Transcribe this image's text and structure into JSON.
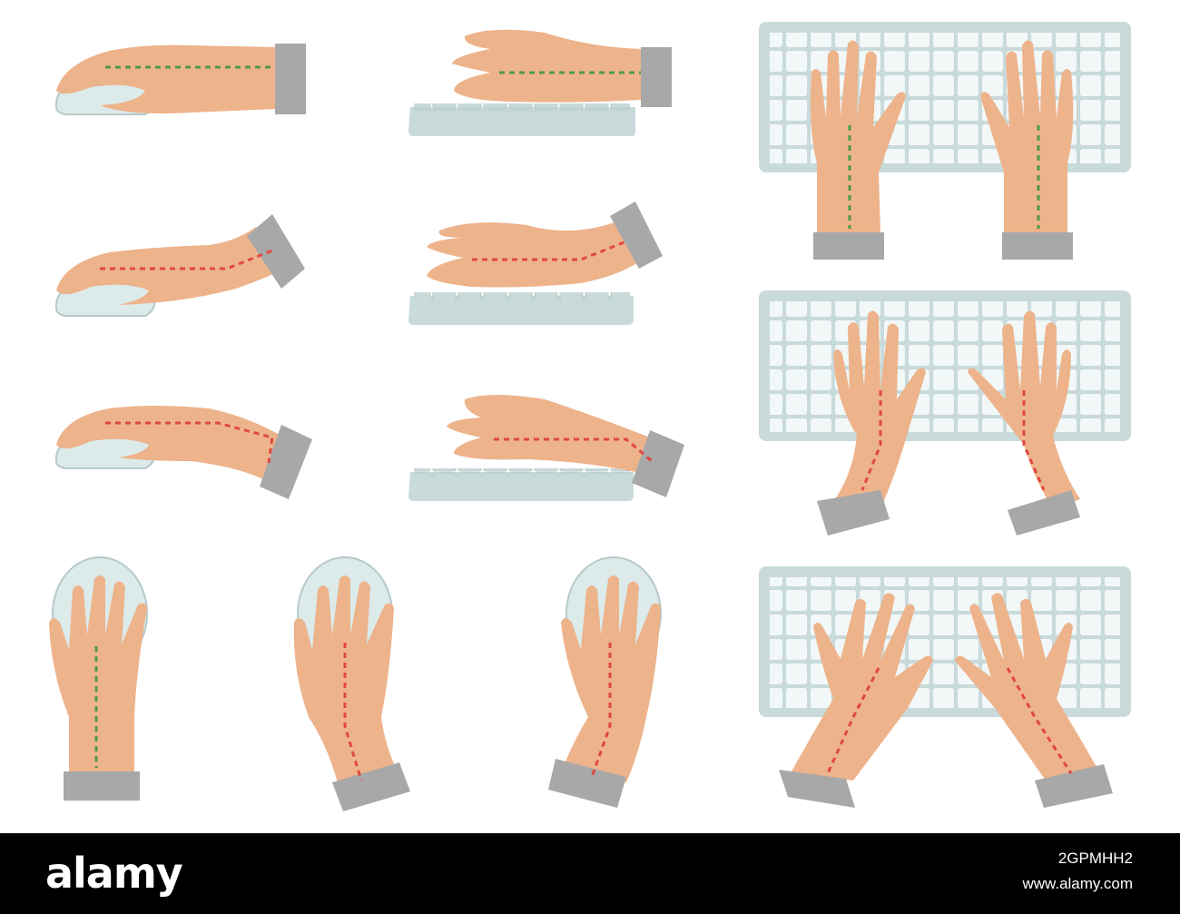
{
  "footer": {
    "brand": "alamy",
    "image_id": "2GPMHH2",
    "url": "www.alamy.com"
  },
  "colors": {
    "skin": "#EDB38B",
    "sleeve": "#A8A8A8",
    "device": "#C9DADB",
    "keycap": "#F2F7F7",
    "mouse": "#DCEAEA",
    "good_line": "#4E9A43",
    "bad_line": "#E0483F",
    "footer": "#000000"
  },
  "panels": [
    {
      "name": "mouse-side-correct",
      "status": "correct"
    },
    {
      "name": "keyboard-side-correct",
      "status": "correct"
    },
    {
      "name": "keyboard-top-correct",
      "status": "correct"
    },
    {
      "name": "mouse-side-wrist-up",
      "status": "incorrect"
    },
    {
      "name": "keyboard-side-wrist-up",
      "status": "incorrect"
    },
    {
      "name": "keyboard-top-wrists-angled",
      "status": "incorrect"
    },
    {
      "name": "mouse-side-wrist-down",
      "status": "incorrect"
    },
    {
      "name": "keyboard-side-wrist-down",
      "status": "incorrect"
    },
    {
      "name": "mouse-top-correct",
      "status": "correct"
    },
    {
      "name": "mouse-top-wrist-bent",
      "status": "incorrect"
    },
    {
      "name": "mouse-top-wrist-bent-other",
      "status": "incorrect"
    },
    {
      "name": "keyboard-top-wrists-splayed",
      "status": "incorrect"
    }
  ]
}
